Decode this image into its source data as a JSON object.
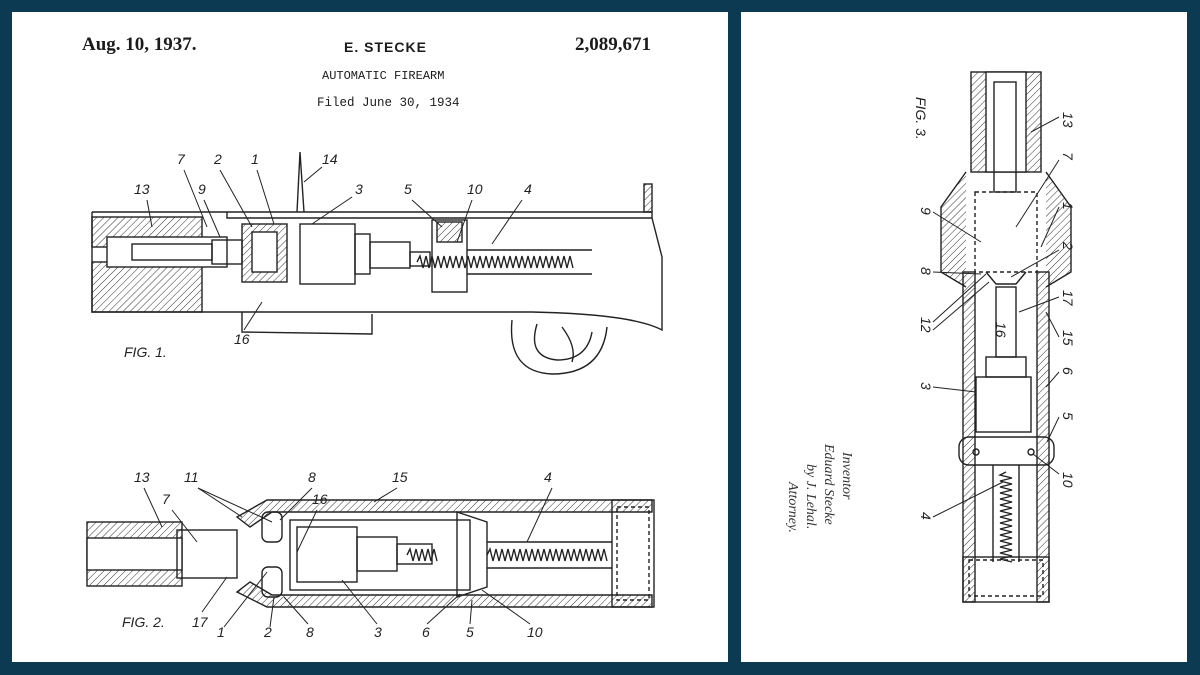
{
  "header": {
    "date": "Aug. 10, 1937.",
    "inventor": "E. STECKE",
    "patent_number": "2,089,671",
    "title": "AUTOMATIC FIREARM",
    "filed": "Filed June 30, 1934"
  },
  "figures": {
    "fig1": {
      "caption": "FIG. 1.",
      "labels": [
        "7",
        "2",
        "1",
        "14",
        "13",
        "9",
        "3",
        "5",
        "10",
        "4",
        "16"
      ]
    },
    "fig2": {
      "caption": "FIG. 2.",
      "labels": [
        "13",
        "11",
        "7",
        "8",
        "16",
        "15",
        "4",
        "17",
        "1",
        "2",
        "8",
        "3",
        "6",
        "5",
        "10"
      ]
    },
    "fig3": {
      "caption": "FIG. 3.",
      "labels": [
        "13",
        "7",
        "9",
        "1",
        "2",
        "8",
        "12",
        "17",
        "15",
        "16",
        "3",
        "6",
        "5",
        "10",
        "4"
      ]
    }
  },
  "signature": {
    "line1": "Inventor",
    "line2": "Eduard Stecke",
    "line3": "by J. Lehal.",
    "line4": "Attorney."
  }
}
